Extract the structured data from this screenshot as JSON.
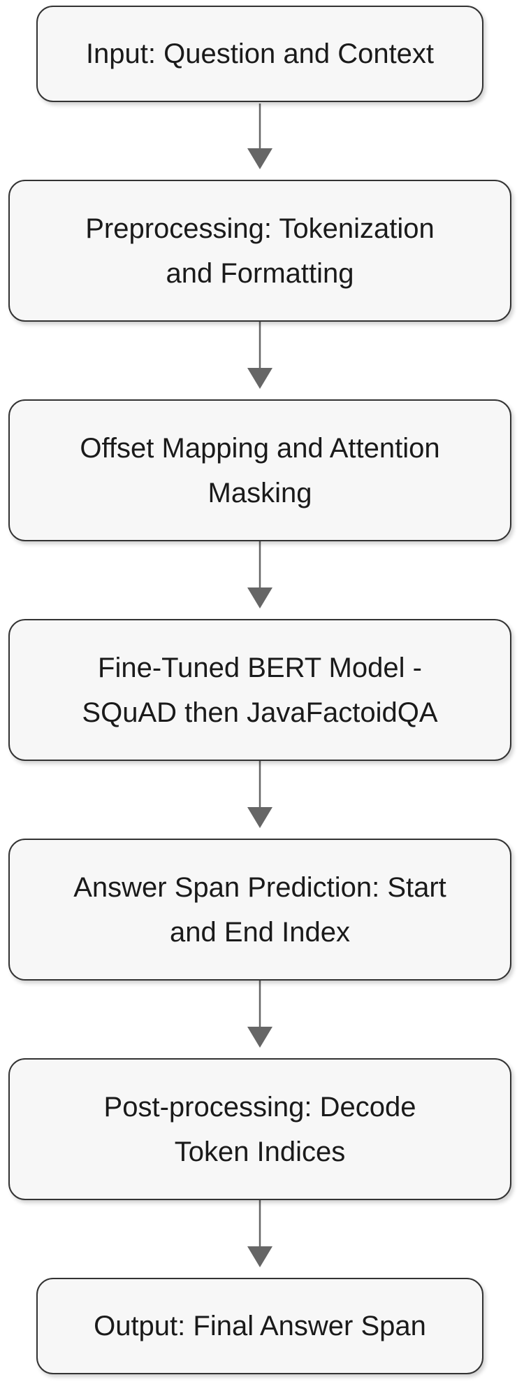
{
  "diagram": {
    "nodes": [
      {
        "id": "input",
        "label": "Input: Question and Context"
      },
      {
        "id": "preprocessing",
        "label": "Preprocessing: Tokenization\nand Formatting"
      },
      {
        "id": "offset",
        "label": "Offset Mapping and Attention\nMasking"
      },
      {
        "id": "model",
        "label": "Fine-Tuned BERT Model -\nSQuAD then JavaFactoidQA"
      },
      {
        "id": "span",
        "label": "Answer Span Prediction: Start\nand End Index"
      },
      {
        "id": "postprocessing",
        "label": "Post-processing: Decode\nToken Indices"
      },
      {
        "id": "output",
        "label": "Output: Final Answer Span"
      }
    ],
    "edges": [
      {
        "from": "input",
        "to": "preprocessing"
      },
      {
        "from": "preprocessing",
        "to": "offset"
      },
      {
        "from": "offset",
        "to": "model"
      },
      {
        "from": "model",
        "to": "span"
      },
      {
        "from": "span",
        "to": "postprocessing"
      },
      {
        "from": "postprocessing",
        "to": "output"
      }
    ],
    "colors": {
      "node_fill": "#f7f7f7",
      "node_border": "#333333",
      "arrow": "#666666",
      "text": "#1a1a1a"
    }
  }
}
